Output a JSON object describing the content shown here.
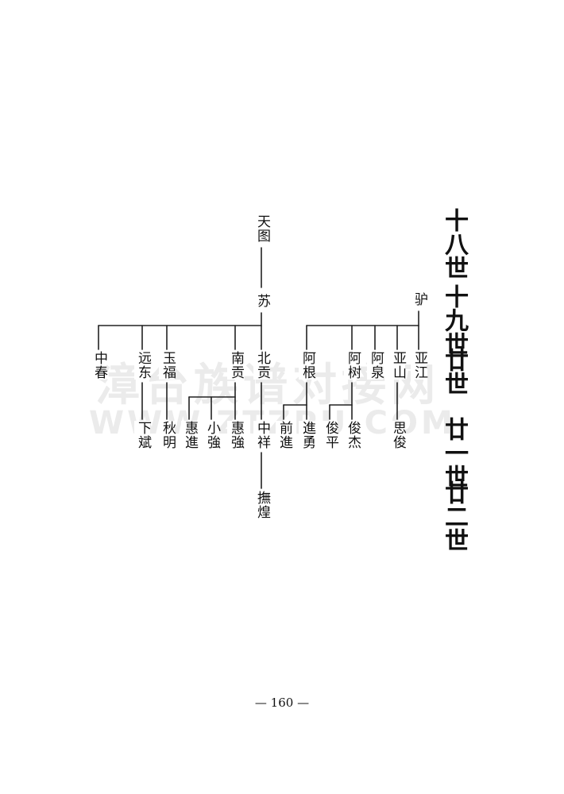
{
  "watermark": {
    "chinese": "漳台族谱对接网",
    "url": "WWW.ZTZPU.COM"
  },
  "generations": [
    "十八世",
    "十九世",
    "廿世",
    "廿一世",
    "廿二世"
  ],
  "left_tree": {
    "root": "天图",
    "gen19": "苏",
    "children": [
      "中春",
      "远东",
      "玉福",
      "南贡",
      "北贡"
    ],
    "grandchildren": {
      "yuandong": "下斌",
      "yufu": "秋明",
      "nangong": [
        "惠進",
        "小強",
        "惠強"
      ],
      "beigong": "中祥"
    },
    "great_grandchild": "撫煌"
  },
  "right_tree": {
    "gen19": "驴",
    "children": [
      "阿根",
      "阿树",
      "阿泉",
      "亚山",
      "亚江"
    ],
    "grandchildren": {
      "agen": [
        "前進",
        "進勇"
      ],
      "ashu": [
        "俊平",
        "俊杰"
      ],
      "yashan": "思俊"
    }
  },
  "page_number": "— 160 —"
}
